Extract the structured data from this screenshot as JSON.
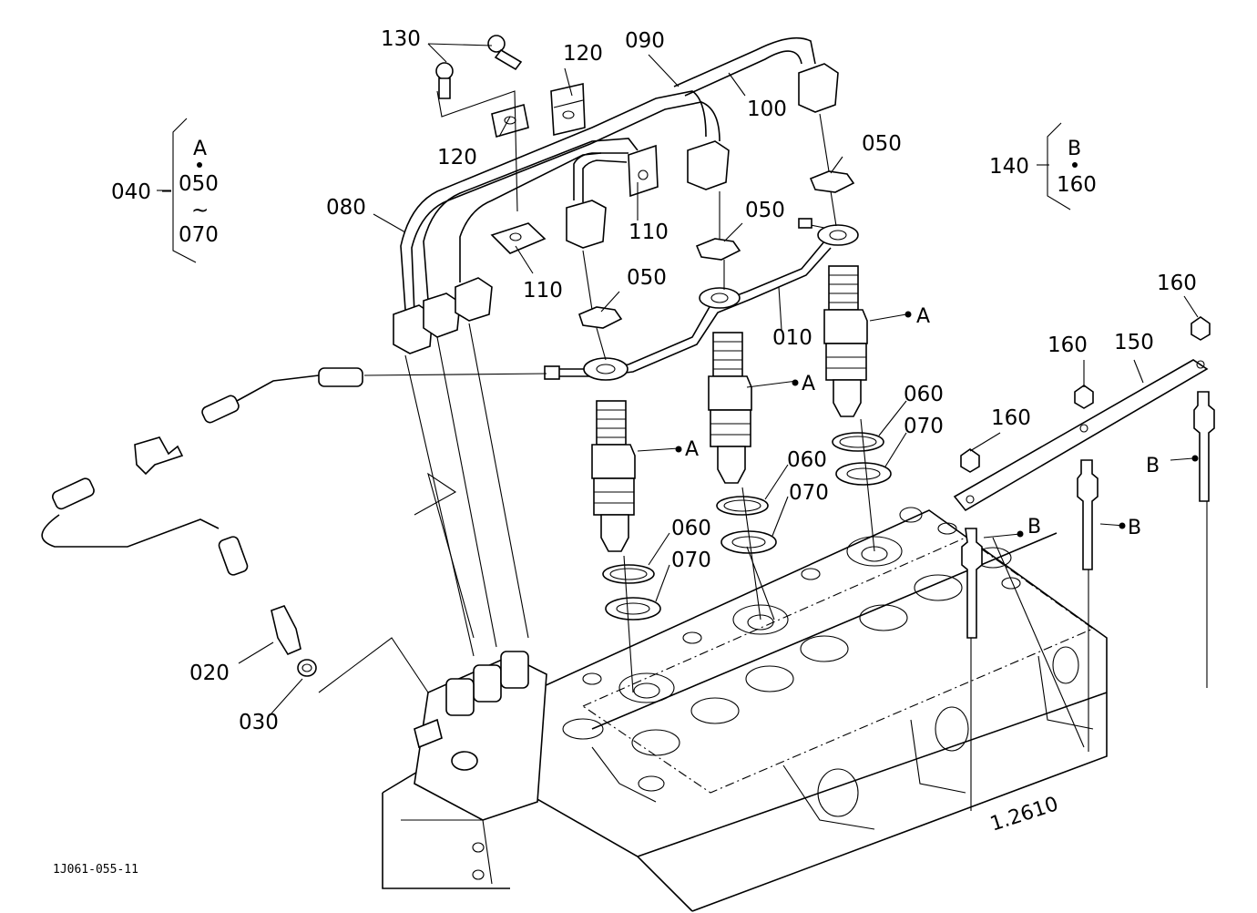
{
  "diagram_code": "1J061-055-11",
  "callouts": {
    "p130": "130",
    "p120_top": "120",
    "p090": "090",
    "p100": "100",
    "p120_left": "120",
    "p080": "080",
    "p110_a": "110",
    "p110_b": "110",
    "p050_a": "050",
    "p050_b": "050",
    "p050_c": "050",
    "p010": "010",
    "p060_a": "060",
    "p070_a": "070",
    "p060_b": "060",
    "p070_b": "070",
    "p060_c": "060",
    "p070_c": "070",
    "p020": "020",
    "p030": "030",
    "p160_a": "160",
    "p160_b": "160",
    "p160_c": "160",
    "p150": "150"
  },
  "group_a": {
    "id": "040",
    "ref": "A",
    "from": "050",
    "tilde": "~",
    "to": "070"
  },
  "group_b": {
    "id": "140",
    "ref": "B",
    "item": "160"
  },
  "refs": {
    "a1": "A",
    "a2": "A",
    "a3": "A",
    "b1": "B",
    "b2": "B",
    "b3": "B"
  },
  "block_casting": "1.2610"
}
